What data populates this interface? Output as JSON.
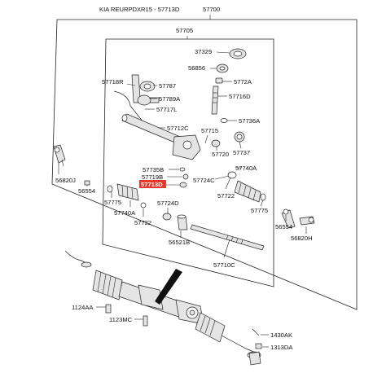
{
  "header": {
    "title": "KIA REURPDXR15 - 57713D"
  },
  "highlight_color": "#e8372c",
  "parts": {
    "p57700": "57700",
    "p57705": "57705",
    "p37329": "37329",
    "p56856": "56856",
    "p5772A": "5772A",
    "p57718R": "57718R",
    "p57787": "57787",
    "p57789A": "57789A",
    "p57716D": "57716D",
    "p57717L": "57717L",
    "p57736A": "57736A",
    "p57712C": "57712C",
    "p57715": "57715",
    "p57720": "57720",
    "p57737": "57737",
    "p56820J": "56820J",
    "p56554L": "56554",
    "p57735B": "57735B",
    "p57719B": "57719B",
    "p57713D": "57713D",
    "p57740A_r": "57740A",
    "p57724C": "57724C",
    "p57722_r": "57722",
    "p57775_l": "57775",
    "p57740A_l": "57740A",
    "p57724D": "57724D",
    "p57722_l": "57722",
    "p57775_r": "57775",
    "p56554R": "56554",
    "p56820H": "56820H",
    "p56521B": "56521B",
    "p57710C": "57710C",
    "p1124AA": "1124AA",
    "p1123MC": "1123MC",
    "p1430AK": "1430AK",
    "p1313DA": "1313DA"
  }
}
